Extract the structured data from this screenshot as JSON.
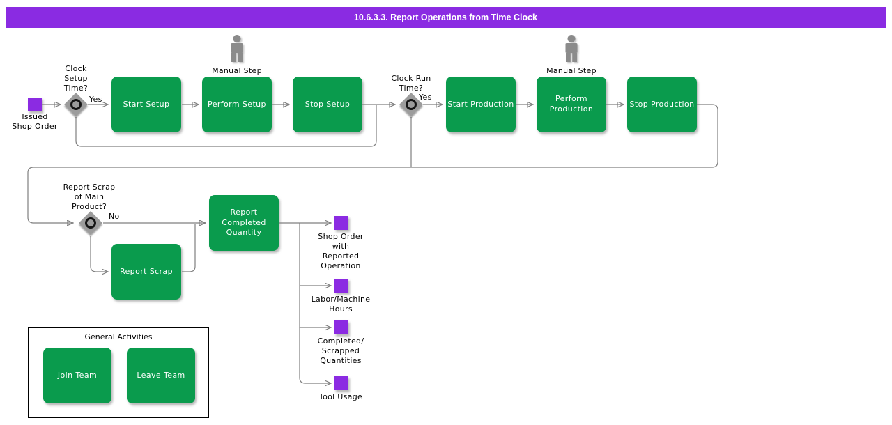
{
  "header": {
    "title": "10.6.3.3. Report Operations from Time Clock"
  },
  "colors": {
    "header_bg": "#8A2BE2",
    "activity_green": "#0A9B4D",
    "data_purple": "#8B2BE2",
    "line_gray": "#7F7F7F",
    "gateway_gray": "#9C9C9C"
  },
  "setup_flow": {
    "input_label": "Issued\nShop Order",
    "gateway_setup": {
      "question": "Clock\nSetup\nTime?",
      "branch_label": "Yes"
    },
    "start_setup": "Start Setup",
    "manual_step_setup": "Manual Step",
    "perform_setup": "Perform Setup",
    "stop_setup": "Stop Setup",
    "gateway_run": {
      "question": "Clock Run\nTime?",
      "branch_label": "Yes"
    },
    "start_production": "Start Production",
    "manual_step_production": "Manual Step",
    "perform_production": "Perform\nProduction",
    "stop_production": "Stop Production"
  },
  "report_flow": {
    "gateway_scrap": {
      "question": "Report Scrap\nof Main\nProduct?",
      "branch_label": "No"
    },
    "report_completed_quantity": "Report\nCompleted\nQuantity",
    "report_scrap": "Report Scrap",
    "outputs": [
      {
        "label": "Shop Order\nwith\nReported\nOperation"
      },
      {
        "label": "Labor/Machine\nHours"
      },
      {
        "label": "Completed/\nScrapped\nQuantities"
      },
      {
        "label": "Tool Usage"
      }
    ]
  },
  "general_activities": {
    "title": "General Activities",
    "join_team": "Join Team",
    "leave_team": "Leave Team"
  }
}
